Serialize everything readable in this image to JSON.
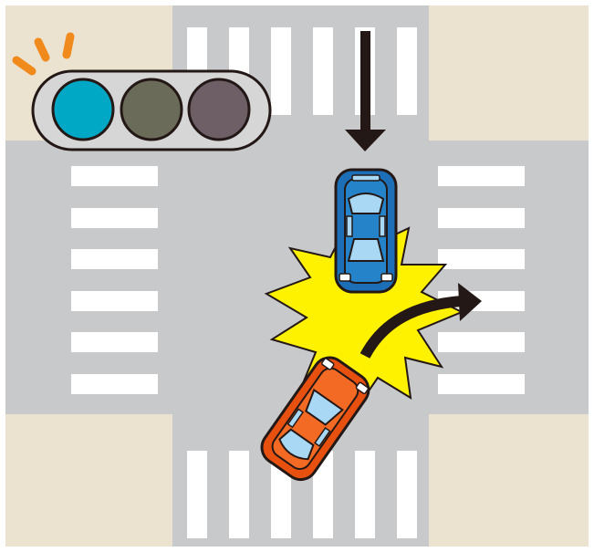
{
  "scene": {
    "type": "intersection-collision-illustration",
    "traffic_light": {
      "active_lamp": "green",
      "lamps": [
        "green",
        "yellow",
        "red"
      ],
      "lamp_colors": {
        "green_on": "#00a8c6",
        "yellow_off": "#6b6b5a",
        "red_off": "#6e5f66"
      },
      "glow_color": "#f18a1c"
    },
    "vehicles": [
      {
        "name": "blue-car",
        "color": "#1c6fb6",
        "direction": "southbound-straight"
      },
      {
        "name": "orange-car",
        "color": "#e8500f",
        "direction": "northbound-right-turn"
      }
    ],
    "collision_color": "#fff200",
    "colors": {
      "road": "#c8c9ca",
      "sidewalk": "#ebe3d0",
      "crosswalk": "#ffffff",
      "arrow": "#231815"
    }
  }
}
